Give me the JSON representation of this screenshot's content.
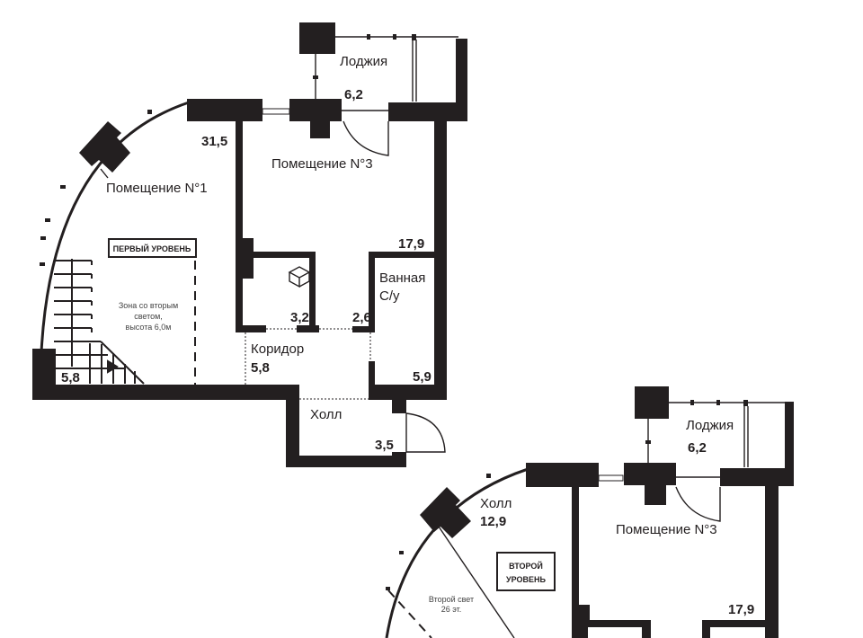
{
  "level1": {
    "badge": "ПЕРВЫЙ УРОВЕНЬ",
    "rooms": {
      "room1_label": "Помещение N°1",
      "room1_area": "31,5",
      "room3_label": "Помещение N°3",
      "room3_area": "17,9",
      "loggia_label": "Лоджия",
      "loggia_area": "6,2",
      "storage_area": "3,2",
      "bath_label_1": "Ванная",
      "bath_label_2": "С/у",
      "bath_area": "5,9",
      "bath_extra_area": "2,6",
      "corridor_label": "Коридор",
      "corridor_area": "5,8",
      "hall_label": "Холл",
      "hall_area": "3,5",
      "stairs_area": "5,8"
    },
    "note_lines": [
      "Зона со вторым",
      "светом,",
      "высота 6,0м"
    ]
  },
  "level2": {
    "badge_lines": [
      "ВТОРОЙ",
      "УРОВЕНЬ"
    ],
    "rooms": {
      "hall_label": "Холл",
      "hall_area": "12,9",
      "room3_label": "Помещение N°3",
      "room3_area": "17,9",
      "loggia_label": "Лоджия",
      "loggia_area": "6,2"
    },
    "note_lines": [
      "Второй свет",
      "26 эт."
    ]
  }
}
